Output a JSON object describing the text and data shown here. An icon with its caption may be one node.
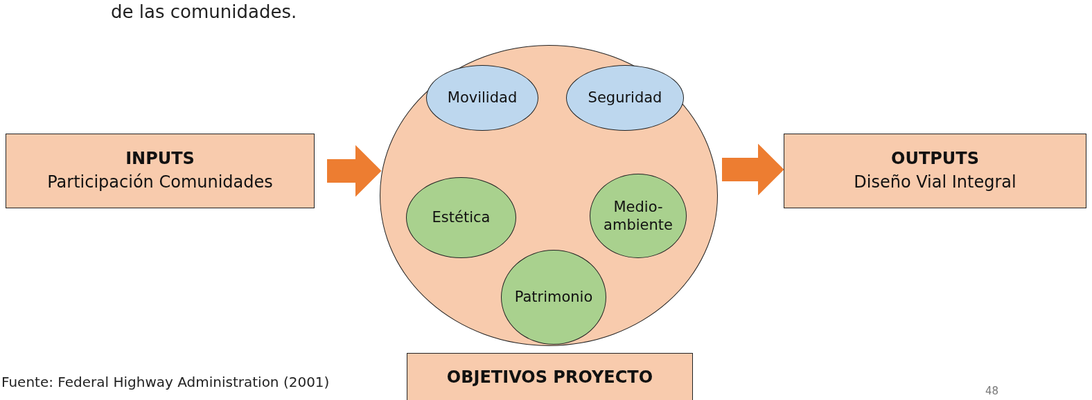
{
  "diagram": {
    "nodes": [
      {
        "text": [
          "INPUTS",
          "Participación Comunidades"
        ]
      },
      {
        "text": [],
        "shape": "circle"
      },
      {
        "text": [
          "Movilidad"
        ],
        "in": 1
      },
      {
        "text": [
          "Seguridad"
        ],
        "in": 1
      },
      {
        "text": [
          "Estética"
        ],
        "in": 1
      },
      {
        "text": [
          "Medio- ambiente"
        ],
        "in": 1
      },
      {
        "text": [
          "Patrimonio"
        ],
        "in": 1
      },
      {
        "text": [
          "OUTPUTS",
          "Diseño Vial Integral"
        ]
      },
      {
        "text": [
          "OBJETIVOS PROYECTO"
        ]
      }
    ],
    "edges": [
      {
        "from": 0,
        "to": 1,
        "arrow": "to"
      },
      {
        "from": 1,
        "to": 7,
        "arrow": "to"
      }
    ],
    "labels": [
      "de las comunidades.",
      "Fuente: Federal Highway Administration (2001)",
      "48"
    ]
  }
}
